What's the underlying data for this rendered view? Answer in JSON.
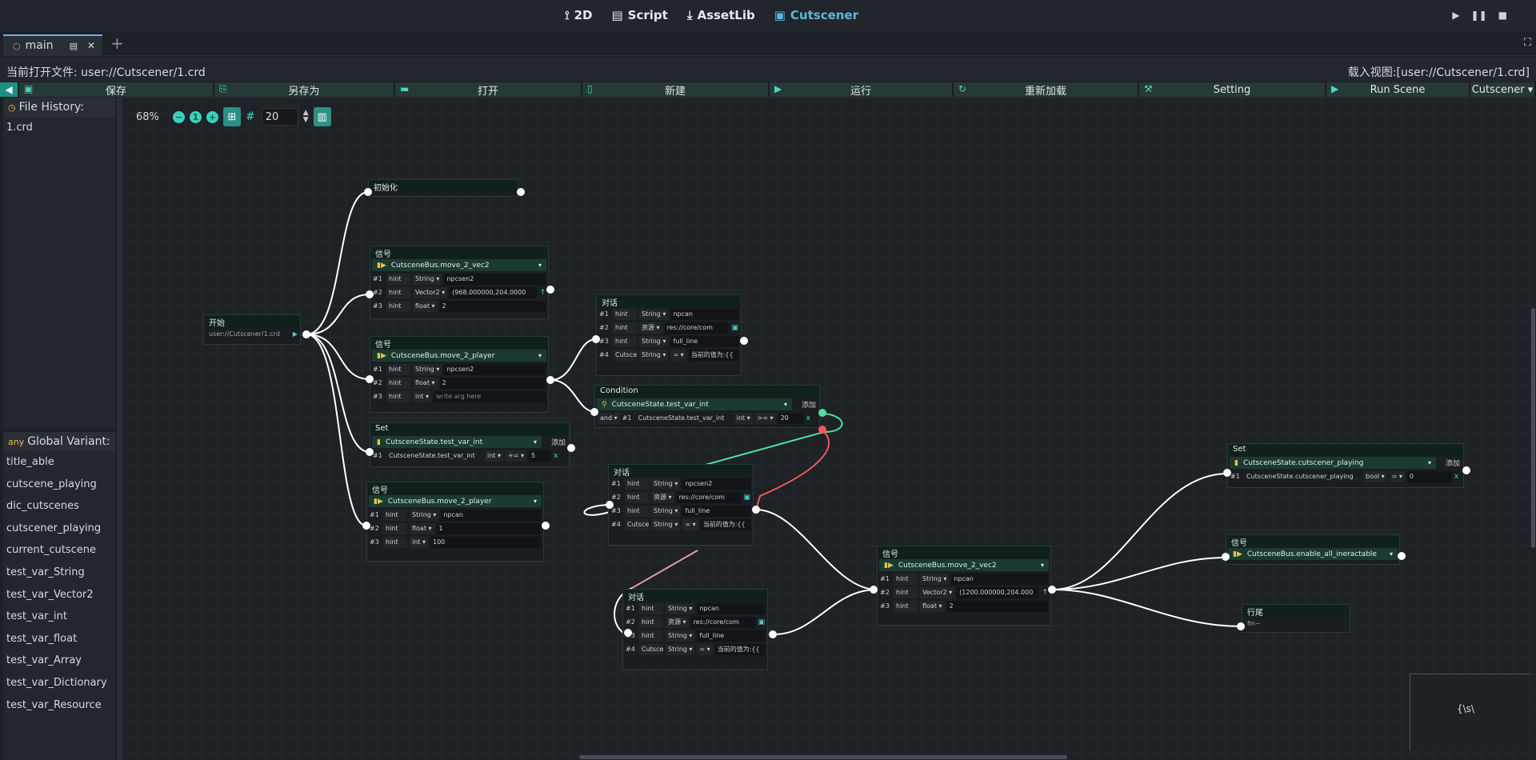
{
  "top_tabs": [
    {
      "label": "2D",
      "icon": "2d-icon"
    },
    {
      "label": "Script",
      "icon": "script-icon"
    },
    {
      "label": "AssetLib",
      "icon": "assetlib-icon"
    },
    {
      "label": "Cutscener",
      "icon": "cutscener-icon"
    }
  ],
  "editor_tab": {
    "label": "main",
    "close": "✕",
    "plus": "+"
  },
  "path_left": "当前打开文件: user://Cutscener/1.crd",
  "path_right": "载入视图:[user://Cutscener/1.crd]",
  "toolbar": {
    "save": "保存",
    "save_as": "另存为",
    "open": "打开",
    "new": "新建",
    "run": "运行",
    "reload": "重新加载",
    "setting": "Setting",
    "run_scene": "Run Scene",
    "dropdown": "Cutscener ▾"
  },
  "file_history": {
    "title": "File History:",
    "items": [
      "1.crd"
    ]
  },
  "global_variant": {
    "title": "Global Variant:",
    "items": [
      "title_able",
      "cutscene_playing",
      "dic_cutscenes",
      "cutscener_playing",
      "current_cutscene",
      "test_var_String",
      "test_var_Vector2",
      "test_var_int",
      "test_var_float",
      "test_var_Array",
      "test_var_Dictionary",
      "test_var_Resource"
    ]
  },
  "zoom": {
    "level": "68%",
    "minus": "−",
    "reset": "1",
    "plus": "+",
    "snap_value": "20"
  },
  "nodes": {
    "init": {
      "title": "初始化"
    },
    "start": {
      "title": "开始",
      "path": "user://Cutscener/1.crd"
    },
    "sig1": {
      "title": "信号",
      "signal": "CutsceneBus.move_2_vec2",
      "rows": [
        [
          "#1",
          "hint",
          "String ▾",
          "npcsen2"
        ],
        [
          "#2",
          "hint",
          "Vector2 ▾",
          "(968.000000,204.0000"
        ],
        [
          "#3",
          "hint",
          "float ▾",
          "2"
        ]
      ]
    },
    "sig2": {
      "title": "信号",
      "signal": "CutsceneBus.move_2_player",
      "rows": [
        [
          "#1",
          "hint",
          "String ▾",
          "npcsen2"
        ],
        [
          "#2",
          "hint",
          "float ▾",
          "2"
        ],
        [
          "#3",
          "hint",
          "int ▾",
          "write arg here"
        ]
      ]
    },
    "set1": {
      "title": "Set",
      "var": "CutsceneState.test_var_int",
      "add": "添加",
      "row": [
        "#1",
        "CutsceneState.test_var_int",
        "int ▾",
        "+= ▾",
        "5",
        "x"
      ]
    },
    "sig3": {
      "title": "信号",
      "signal": "CutsceneBus.move_2_player",
      "rows": [
        [
          "#1",
          "hint",
          "String ▾",
          "npcan"
        ],
        [
          "#2",
          "hint",
          "float ▾",
          "1"
        ],
        [
          "#3",
          "hint",
          "int ▾",
          "100"
        ]
      ]
    },
    "dlg1": {
      "title": "对话",
      "rows": [
        [
          "#1",
          "hint",
          "String ▾",
          "npcan"
        ],
        [
          "#2",
          "hint",
          "资源 ▾",
          "res://core/com"
        ],
        [
          "#3",
          "hint",
          "String ▾",
          "full_line"
        ],
        [
          "#4",
          "Cutsce",
          "String ▾",
          "= ▾",
          "当前的值为:{{"
        ]
      ]
    },
    "cond": {
      "title": "Condition",
      "var": "CutsceneState.test_var_int",
      "add": "添加",
      "row": [
        "and ▾",
        "#1",
        "CutsceneState.test_var_int",
        "int ▾",
        ">= ▾",
        "20",
        "x"
      ]
    },
    "dlg2": {
      "title": "对话",
      "rows": [
        [
          "#1",
          "hint",
          "String ▾",
          "npcsen2"
        ],
        [
          "#2",
          "hint",
          "资源 ▾",
          "res://core/com"
        ],
        [
          "#3",
          "hint",
          "String ▾",
          "full_line"
        ],
        [
          "#4",
          "Cutsce",
          "String ▾",
          "= ▾",
          "当前的值为:{{"
        ]
      ]
    },
    "dlg3": {
      "title": "对话",
      "rows": [
        [
          "#1",
          "hint",
          "String ▾",
          "npcan"
        ],
        [
          "#2",
          "hint",
          "资源 ▾",
          "res://core/com"
        ],
        [
          "#3",
          "hint",
          "String ▾",
          "full_line"
        ],
        [
          "#4",
          "Cutsce",
          "String ▾",
          "= ▾",
          "当前的值为:{{"
        ]
      ]
    },
    "sig4": {
      "title": "信号",
      "signal": "CutsceneBus.move_2_vec2",
      "rows": [
        [
          "#1",
          "hint",
          "String ▾",
          "npcan"
        ],
        [
          "#2",
          "hint",
          "Vector2 ▾",
          "(1200.000000,204.000"
        ],
        [
          "#3",
          "hint",
          "float ▾",
          "2"
        ]
      ]
    },
    "set2": {
      "title": "Set",
      "var": "CutsceneState.cutscener_playing",
      "add": "添加",
      "row": [
        "#1",
        "CutsceneState.cutscener_playing",
        "bool ▾",
        "= ▾",
        "0",
        "x"
      ]
    },
    "sig5": {
      "title": "信号",
      "signal": "CutsceneBus.enable_all_ineractable"
    },
    "end": {
      "title": "行尾",
      "text": "fin~"
    }
  },
  "minimap_text": "{\\s\\"
}
